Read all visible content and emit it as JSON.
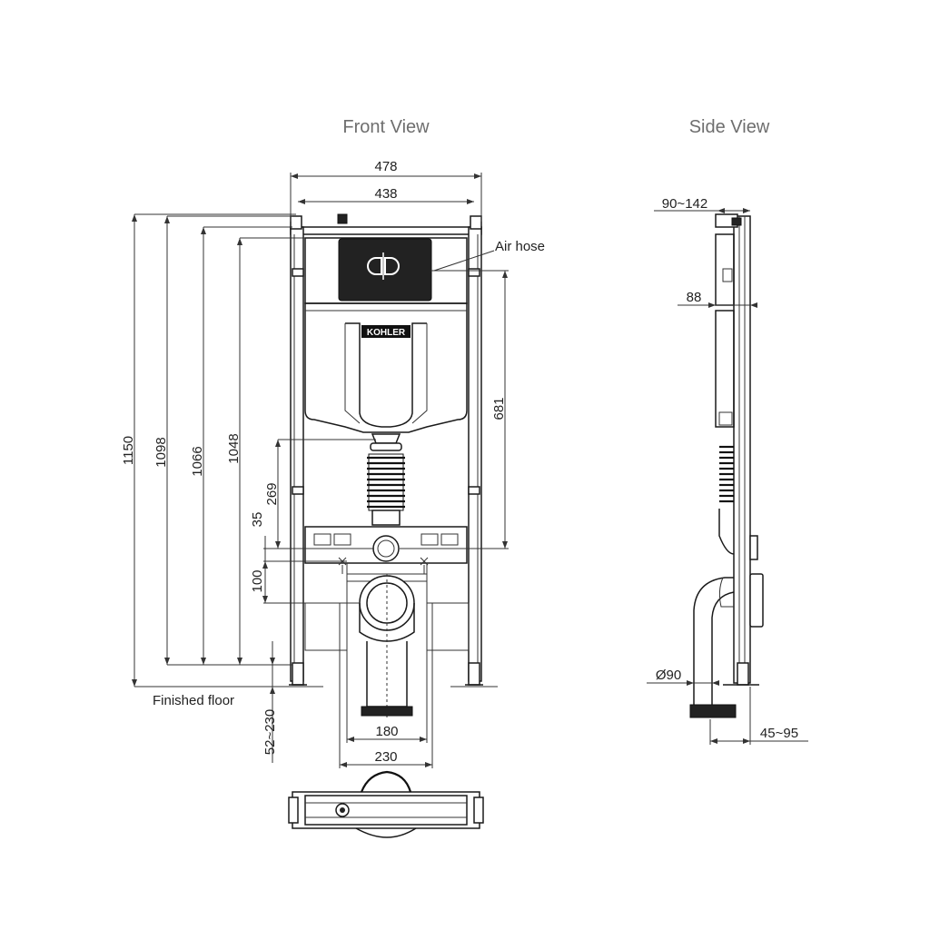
{
  "titles": {
    "front": "Front View",
    "side": "Side View"
  },
  "front_dimensions": {
    "total_width": "478",
    "inner_width": "438",
    "h_1150": "1150",
    "h_1098": "1098",
    "h_1066": "1066",
    "h_1048": "1048",
    "h_681": "681",
    "h_269": "269",
    "h_35": "35",
    "h_100": "100",
    "w_180": "180",
    "w_230": "230",
    "adjust_52_230": "52~230"
  },
  "side_dimensions": {
    "depth_90_142": "90~142",
    "d_88": "88",
    "diameter_90": "Ø90",
    "offset_45_95": "45~95"
  },
  "labels": {
    "air_hose": "Air hose",
    "finished_floor": "Finished floor",
    "brand": "KOHLER",
    "button_mark": "dual-flush"
  }
}
